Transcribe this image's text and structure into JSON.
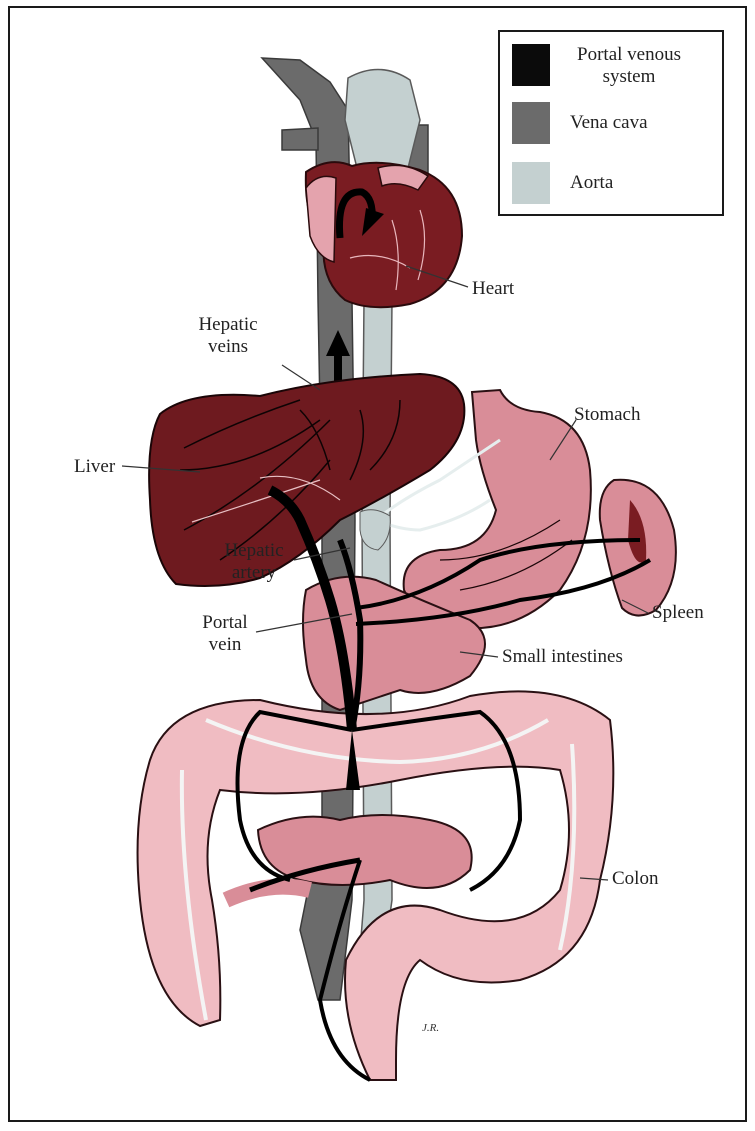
{
  "legend": {
    "items": [
      {
        "label_line1": "Portal venous",
        "label_line2": "system",
        "color": "#0b0b0b"
      },
      {
        "label": "Vena cava",
        "color": "#6b6b6b"
      },
      {
        "label": "Aorta",
        "color": "#c4d0d0"
      }
    ]
  },
  "labels": {
    "heart": "Heart",
    "hepatic_veins_line1": "Hepatic",
    "hepatic_veins_line2": "veins",
    "liver": "Liver",
    "stomach": "Stomach",
    "hepatic_artery_line1": "Hepatic",
    "hepatic_artery_line2": "artery",
    "spleen": "Spleen",
    "portal_vein_line1": "Portal",
    "portal_vein_line2": "vein",
    "small_intestines": "Small intestines",
    "colon": "Colon"
  },
  "signature": "J.R.",
  "colors": {
    "organ_dark": "#6e1a1f",
    "organ_pink": "#d98d98",
    "organ_light_pink": "#f0bcc2",
    "portal": "#0b0b0b",
    "vena_cava": "#6b6b6b",
    "aorta": "#c4d0d0"
  }
}
